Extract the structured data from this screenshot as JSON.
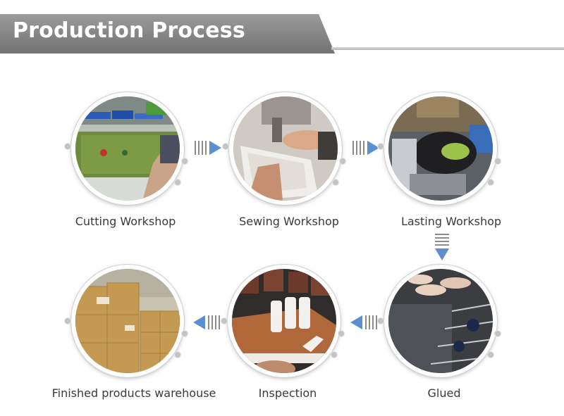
{
  "header": {
    "title": "Production Process"
  },
  "steps": [
    {
      "label": "Cutting Workshop"
    },
    {
      "label": "Sewing Workshop"
    },
    {
      "label": "Lasting Workshop"
    },
    {
      "label": "Glued"
    },
    {
      "label": "Inspection"
    },
    {
      "label": "Finished products warehouse"
    }
  ],
  "colors": {
    "header_band": "#8a8a8a",
    "arrow": "#5b8fd1",
    "label_text": "#3a3a3a",
    "header_text": "#ffffff"
  },
  "icons": {
    "arrow_right": "right-arrow-icon",
    "arrow_left": "left-arrow-icon",
    "arrow_down": "down-arrow-icon"
  }
}
